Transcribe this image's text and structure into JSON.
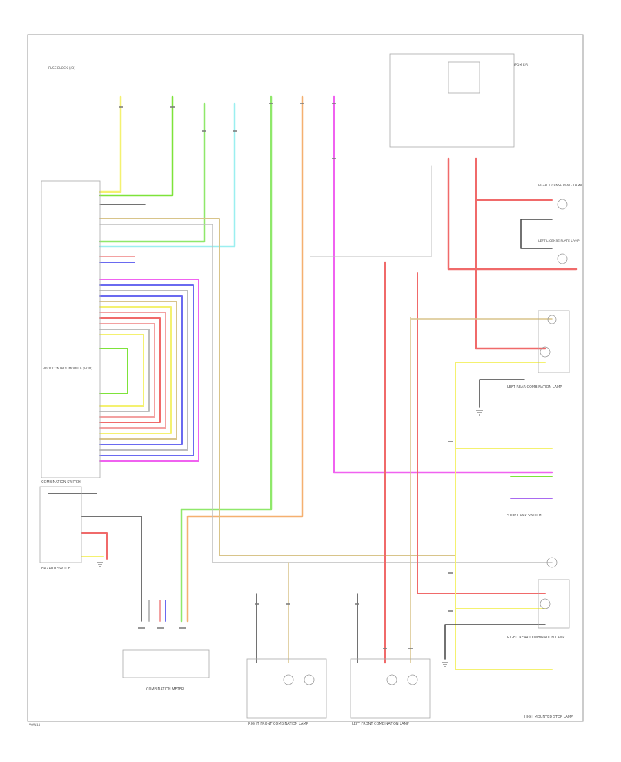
{
  "colors": {
    "border": "#9a9a9a",
    "yellow": "#f4f170",
    "green": "#7ee33a",
    "light_green": "#8fe86a",
    "cyan": "#9beff0",
    "orange": "#f5b070",
    "red": "#f06a6a",
    "pink": "#f3a1a1",
    "magenta": "#f062f0",
    "blue": "#6a6af0",
    "purple": "#a96af0",
    "gray": "#bdbdbd",
    "tan": "#d8c48a",
    "black": "#444444"
  },
  "blocks": {
    "combination_switch": "COMBINATION SWITCH",
    "hazard_switch": "HAZARD SWITCH",
    "combination_meter": "COMBINATION METER",
    "right_front_combination_lamp": "RIGHT FRONT COMBINATION LAMP",
    "left_front_combination_lamp": "LEFT FRONT COMBINATION LAMP",
    "left_rear_combination_lamp": "LEFT REAR COMBINATION LAMP",
    "right_rear_combination_lamp": "RIGHT REAR COMBINATION LAMP",
    "stop_lamp_switch": "STOP LAMP SWITCH",
    "high_mounted_stop_lamp": "HIGH MOUNTED STOP LAMP",
    "body_control_module": "BODY CONTROL MODULE (BCM)",
    "ipdm": "IPDM E/R",
    "fuse_block": "FUSE BLOCK (J/B)",
    "license_lamp_right": "RIGHT LICENSE PLATE LAMP",
    "license_lamp_left": "LEFT LICENSE PLATE LAMP"
  },
  "footer_code": "V0W44"
}
